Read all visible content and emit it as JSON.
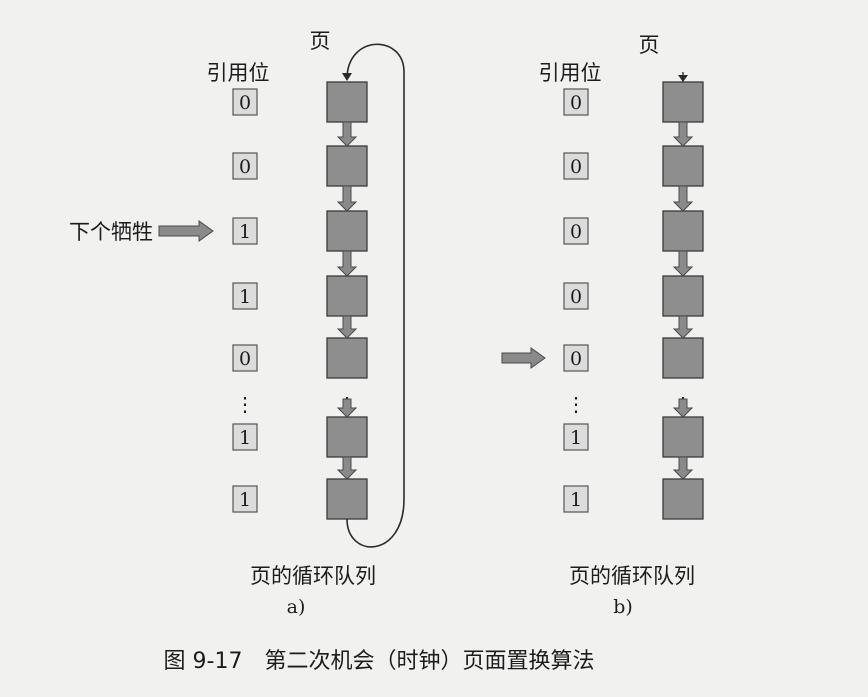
{
  "figure": {
    "caption": "图 9-17　第二次机会（时钟）页面置换算法"
  },
  "panels": [
    {
      "id": "a",
      "sublabel": "a)",
      "page_header": "页",
      "bits_header": "引用位",
      "queue_label": "页的循环队列",
      "pointer_label": "下个牺牲",
      "circular_return_arrow": true,
      "reference_bits": [
        "0",
        "0",
        "1",
        "1",
        "0",
        "⋮",
        "1",
        "1"
      ],
      "pointer_row": 2
    },
    {
      "id": "b",
      "sublabel": "b)",
      "page_header": "页",
      "bits_header": "引用位",
      "queue_label": "页的循环队列",
      "pointer_label": "",
      "circular_return_arrow": false,
      "reference_bits": [
        "0",
        "0",
        "0",
        "0",
        "0",
        "⋮",
        "1",
        "1"
      ],
      "pointer_row": 4
    }
  ],
  "colors": {
    "page_fill": "#8e8e8e",
    "page_stroke": "#3a3a3a",
    "bit_fill": "#dcdcdc",
    "bit_stroke": "#555555",
    "arrow_fill": "#8a8a8a",
    "arrow_stroke": "#4a4a4a",
    "text": "#1c1c1c"
  }
}
